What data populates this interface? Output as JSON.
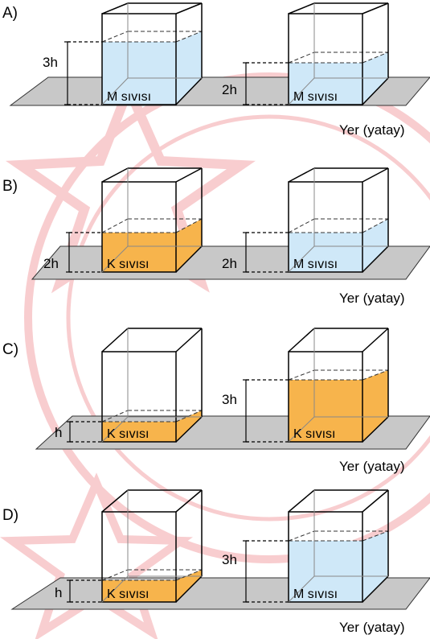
{
  "colors": {
    "liquid_M": "#cfe8f8",
    "liquid_K": "#f7b44c",
    "ground": "#c8c8c8",
    "watermark": "#e0202a"
  },
  "ground_label": "Yer (yatay)",
  "options": [
    {
      "label": "A)",
      "left": {
        "liquid": "M",
        "liquid_label": "M sıvısı",
        "height_label": "3h",
        "height": 3
      },
      "right": {
        "liquid": "M",
        "liquid_label": "M sıvısı",
        "height_label": "2h",
        "height": 2
      }
    },
    {
      "label": "B)",
      "left": {
        "liquid": "K",
        "liquid_label": "K sıvısı",
        "height_label": "2h",
        "height": 2
      },
      "right": {
        "liquid": "M",
        "liquid_label": "M sıvısı",
        "height_label": "2h",
        "height": 2
      }
    },
    {
      "label": "C)",
      "left": {
        "liquid": "K",
        "liquid_label": "K sıvısı",
        "height_label": "h",
        "height": 1
      },
      "right": {
        "liquid": "K",
        "liquid_label": "K sıvısı",
        "height_label": "3h",
        "height": 3
      }
    },
    {
      "label": "D)",
      "left": {
        "liquid": "K",
        "liquid_label": "K sıvısı",
        "height_label": "h",
        "height": 1
      },
      "right": {
        "liquid": "M",
        "liquid_label": "M sıvısı",
        "height_label": "3h",
        "height": 3
      }
    }
  ]
}
